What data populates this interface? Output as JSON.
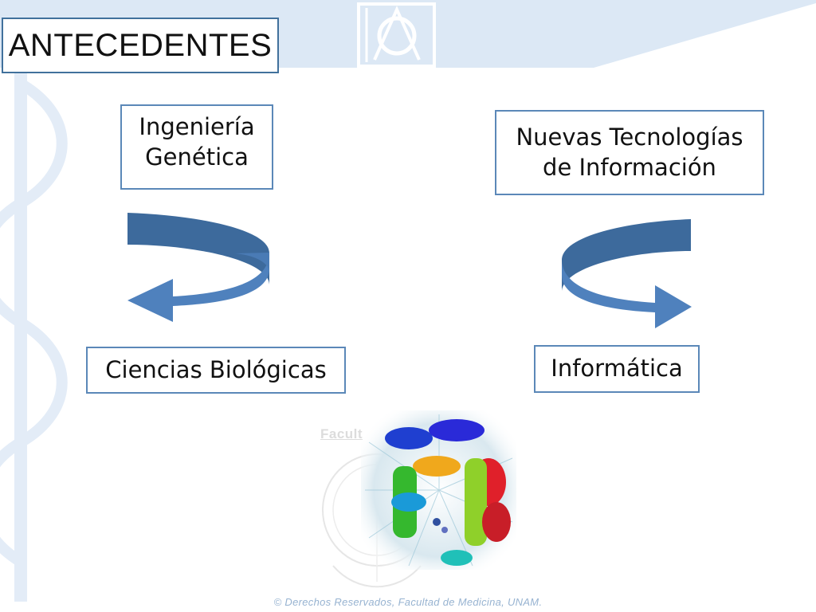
{
  "title": "ANTECEDENTES",
  "boxes": {
    "ingenieria": "Ingeniería\nGenética",
    "nuevas": "Nuevas Tecnologías\nde Información",
    "ciencias": "Ciencias Biológicas",
    "informatica": "Informática"
  },
  "watermark_word": "Facult",
  "footer": "© Derechos Reservados, Facultad de Medicina, UNAM.",
  "colors": {
    "arrow": "#4f81bd",
    "arrow_dark": "#3d6a9c",
    "box_border": "#5b88b8",
    "band": "#dce8f5"
  },
  "icons": {
    "staff": "caduceus-watermark-icon",
    "seal": "unam-medicine-seal-icon",
    "protein": "protein-structure-image"
  }
}
